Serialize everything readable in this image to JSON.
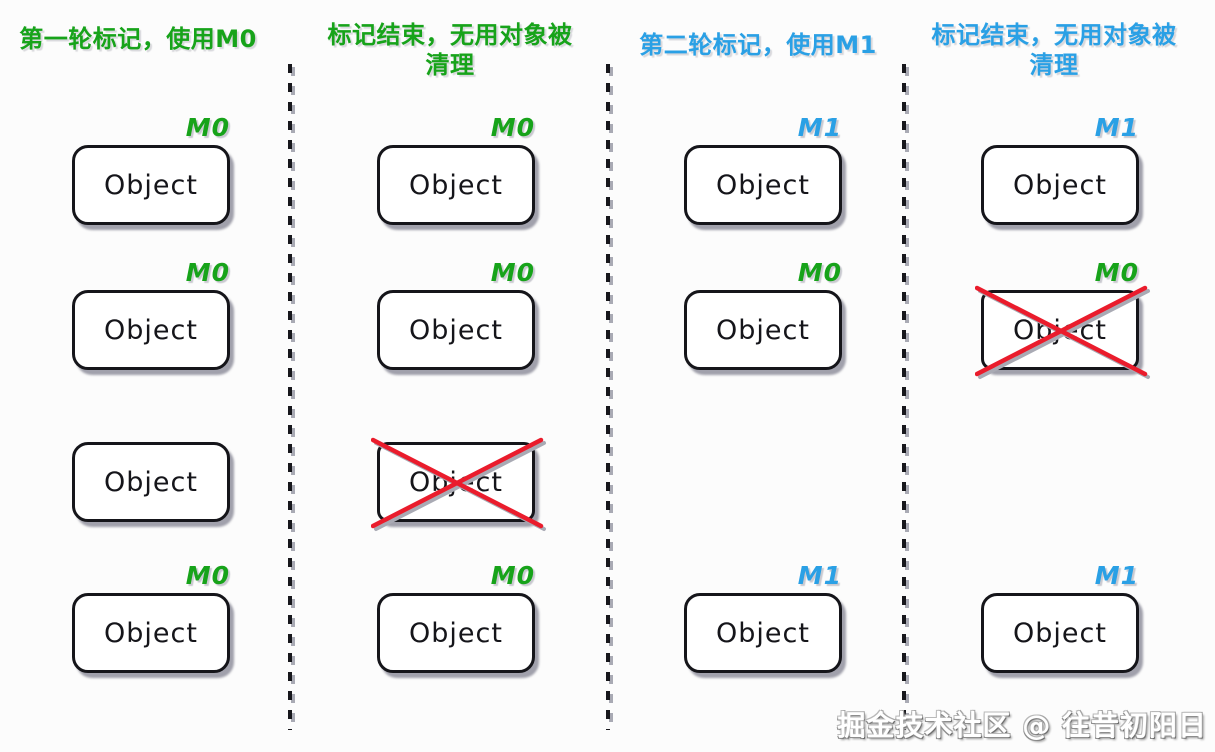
{
  "colors": {
    "green": "#17a31a",
    "blue": "#2aa0e5",
    "red": "#ea1c2c",
    "box_border": "#15151a",
    "background": "#fcfcfc"
  },
  "columns": [
    {
      "title": "第一轮标记，使用M0",
      "title_color": "green",
      "slots": [
        {
          "label": "M0",
          "label_color": "green",
          "text": "Object",
          "crossed": false
        },
        {
          "label": "M0",
          "label_color": "green",
          "text": "Object",
          "crossed": false
        },
        {
          "label": "",
          "label_color": "",
          "text": "Object",
          "crossed": false
        },
        {
          "label": "M0",
          "label_color": "green",
          "text": "Object",
          "crossed": false
        }
      ]
    },
    {
      "title": "标记结束，无用对象被清理",
      "title_color": "green",
      "slots": [
        {
          "label": "M0",
          "label_color": "green",
          "text": "Object",
          "crossed": false
        },
        {
          "label": "M0",
          "label_color": "green",
          "text": "Object",
          "crossed": false
        },
        {
          "label": "",
          "label_color": "",
          "text": "Object",
          "crossed": true
        },
        {
          "label": "M0",
          "label_color": "green",
          "text": "Object",
          "crossed": false
        }
      ]
    },
    {
      "title": "第二轮标记，使用M1",
      "title_color": "blue",
      "slots": [
        {
          "label": "M1",
          "label_color": "blue",
          "text": "Object",
          "crossed": false
        },
        {
          "label": "M0",
          "label_color": "green",
          "text": "Object",
          "crossed": false
        },
        null,
        {
          "label": "M1",
          "label_color": "blue",
          "text": "Object",
          "crossed": false
        }
      ]
    },
    {
      "title": "标记结束，无用对象被清理",
      "title_color": "blue",
      "slots": [
        {
          "label": "M1",
          "label_color": "blue",
          "text": "Object",
          "crossed": false
        },
        {
          "label": "M0",
          "label_color": "green",
          "text": "Object",
          "crossed": true
        },
        null,
        {
          "label": "M1",
          "label_color": "blue",
          "text": "Object",
          "crossed": false
        }
      ]
    }
  ],
  "watermark": {
    "text": "掘金技术社区 @ 往昔初阳日"
  }
}
